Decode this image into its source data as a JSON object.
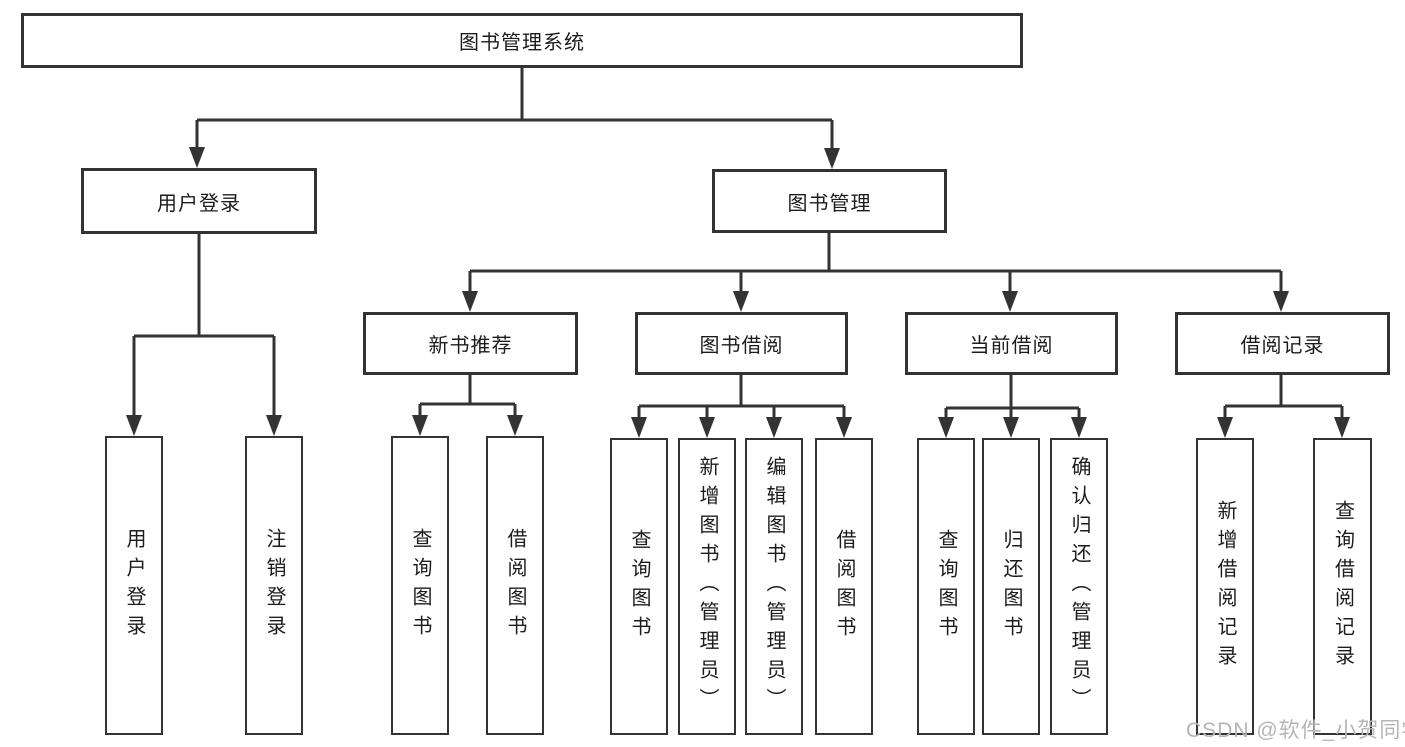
{
  "diagram": {
    "root": {
      "label": "图书管理系统"
    },
    "level2": [
      {
        "label": "用户登录"
      },
      {
        "label": "图书管理"
      }
    ],
    "level3": [
      {
        "label": "新书推荐"
      },
      {
        "label": "图书借阅"
      },
      {
        "label": "当前借阅"
      },
      {
        "label": "借阅记录"
      }
    ],
    "leaves": {
      "user_login": [
        {
          "label": "用户登录"
        },
        {
          "label": "注销登录"
        }
      ],
      "new_book": [
        {
          "label": "查询图书"
        },
        {
          "label": "借阅图书"
        }
      ],
      "book_borrow": [
        {
          "label": "查询图书"
        },
        {
          "label": "新增图书（管理员）"
        },
        {
          "label": "编辑图书（管理员）"
        },
        {
          "label": "借阅图书"
        }
      ],
      "current_borrow": [
        {
          "label": "查询图书"
        },
        {
          "label": "归还图书"
        },
        {
          "label": "确认归还（管理员）"
        }
      ],
      "borrow_record": [
        {
          "label": "新增借阅记录"
        },
        {
          "label": "查询借阅记录"
        }
      ]
    },
    "watermark": "CSDN @软件_小贺同学",
    "colors": {
      "line": "#333333",
      "box_border": "#333333",
      "text": "#1c1c1c",
      "watermark": "#b5b5b5",
      "background": "#ffffff"
    }
  }
}
